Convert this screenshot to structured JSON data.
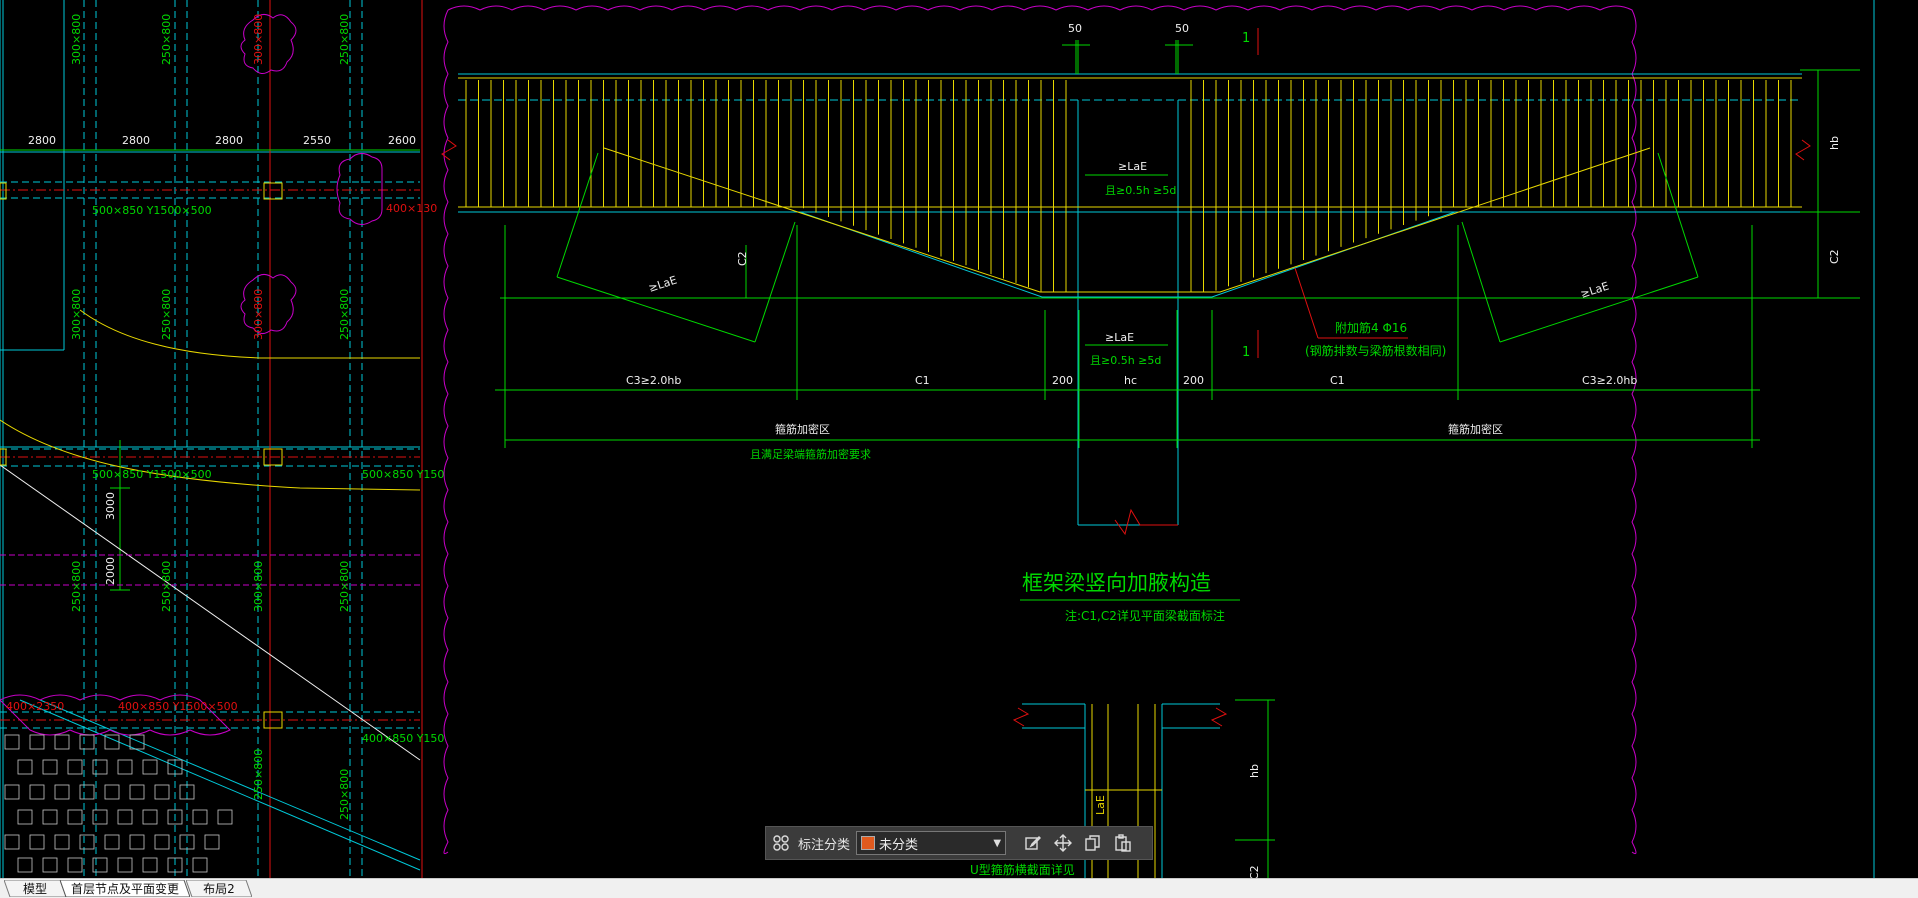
{
  "drawing": {
    "left_panel": {
      "top_labels": [
        "300×800",
        "250×800",
        "300×800",
        "250×800"
      ],
      "spans": [
        "2800",
        "2800",
        "2800",
        "2550",
        "2600"
      ],
      "beam_tags": [
        "500×850 Y1500×500",
        "400×130",
        "500×850 Y1500×500",
        "500×850 Y150",
        "400×850 Y1500×500",
        "400×850 Y150",
        "400×2350"
      ],
      "mid_labels": [
        "300×800",
        "250×800",
        "300×800",
        "250×800"
      ],
      "lower_labels": [
        "250×800",
        "250×800",
        "300×800",
        "250×800",
        "250×800",
        "250×800"
      ],
      "dims": [
        "3000",
        "2000"
      ]
    },
    "detail": {
      "dim_50_left": "50",
      "dim_50_right": "50",
      "section_mark_top": "1",
      "section_mark_mid": "1",
      "hb": "hb",
      "c2": "C2",
      "c2_left": "C2",
      "lae_top": "≥LaE",
      "lae_top_note": "且≥0.5h ≥5d",
      "lae_mid": "≥LaE",
      "lae_mid_note": "且≥0.5h ≥5d",
      "lae_left": "≥LaE",
      "lae_right": "≥LaE",
      "rebar_note_1": "附加筋4 Φ16",
      "rebar_note_2": "(钢筋排数与梁筋根数相同)",
      "dim_c3_left": "C3≥2.0hb",
      "dim_c1_left": "C1",
      "dim_200_left": "200",
      "dim_hc": "hc",
      "dim_200_right": "200",
      "dim_c1_right": "C1",
      "dim_c3_right": "C3≥2.0hb",
      "zone_left": "箍筋加密区",
      "zone_left_note": "且满足梁端箍筋加密要求",
      "zone_right": "箍筋加密区",
      "title": "框架梁竖向加腋构造",
      "title_note": "注:C1,C2详见平面梁截面标注",
      "lower_hb": "hb",
      "lower_lae": "LaE",
      "lower_c2": "C2",
      "lower_caption": "U型箍筋横截面详见"
    }
  },
  "toolbar": {
    "grid_icon": "grid-icon",
    "label": "标注分类",
    "category_value": "未分类",
    "category_color": "#e05a1e",
    "actions": [
      "edit-icon",
      "move-icon",
      "copy-icon",
      "paste-icon"
    ]
  },
  "tabs": [
    {
      "label": "模型",
      "active": false
    },
    {
      "label": "首层节点及平面变更",
      "active": true
    },
    {
      "label": "布局2",
      "active": false
    }
  ],
  "colors": {
    "background": "#000000",
    "cyan": "#00c8d8",
    "green": "#00d800",
    "yellow": "#e8d800",
    "red": "#e01010",
    "magenta": "#c800c8",
    "white": "#f0f0f0"
  }
}
